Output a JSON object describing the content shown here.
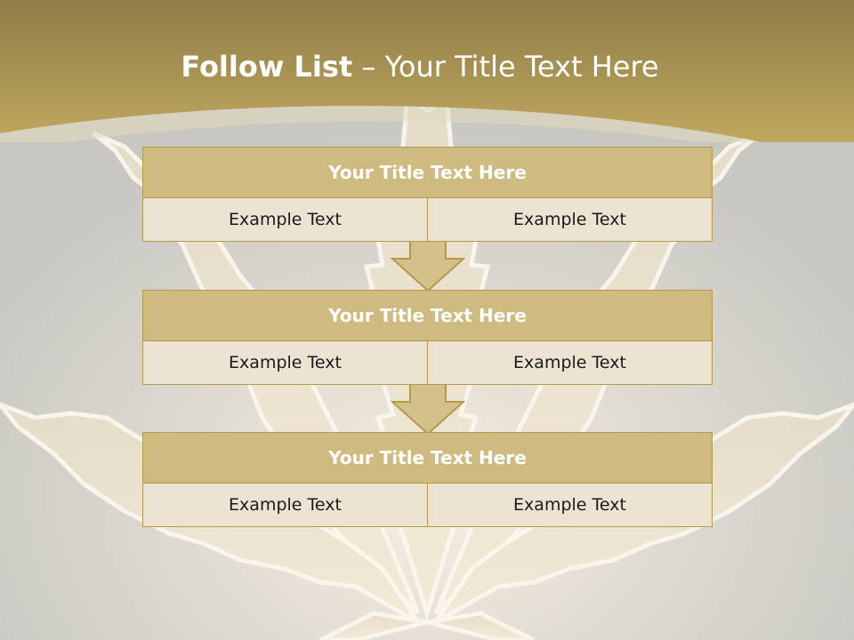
{
  "slide": {
    "title_bold": "Follow List",
    "title_rest": " – Your Title Text Here"
  },
  "steps": [
    {
      "title": "Your Title Text Here",
      "left": "Example Text",
      "right": "Example Text"
    },
    {
      "title": "Your Title Text Here",
      "left": "Example Text",
      "right": "Example Text"
    },
    {
      "title": "Your Title Text Here",
      "left": "Example Text",
      "right": "Example Text"
    }
  ],
  "colors": {
    "header_gold": "#c2a85e",
    "block_title": "#cfbb80",
    "cell_fill": "#ede3d3",
    "border": "#b39a4a",
    "background": "#cbc9c4"
  }
}
